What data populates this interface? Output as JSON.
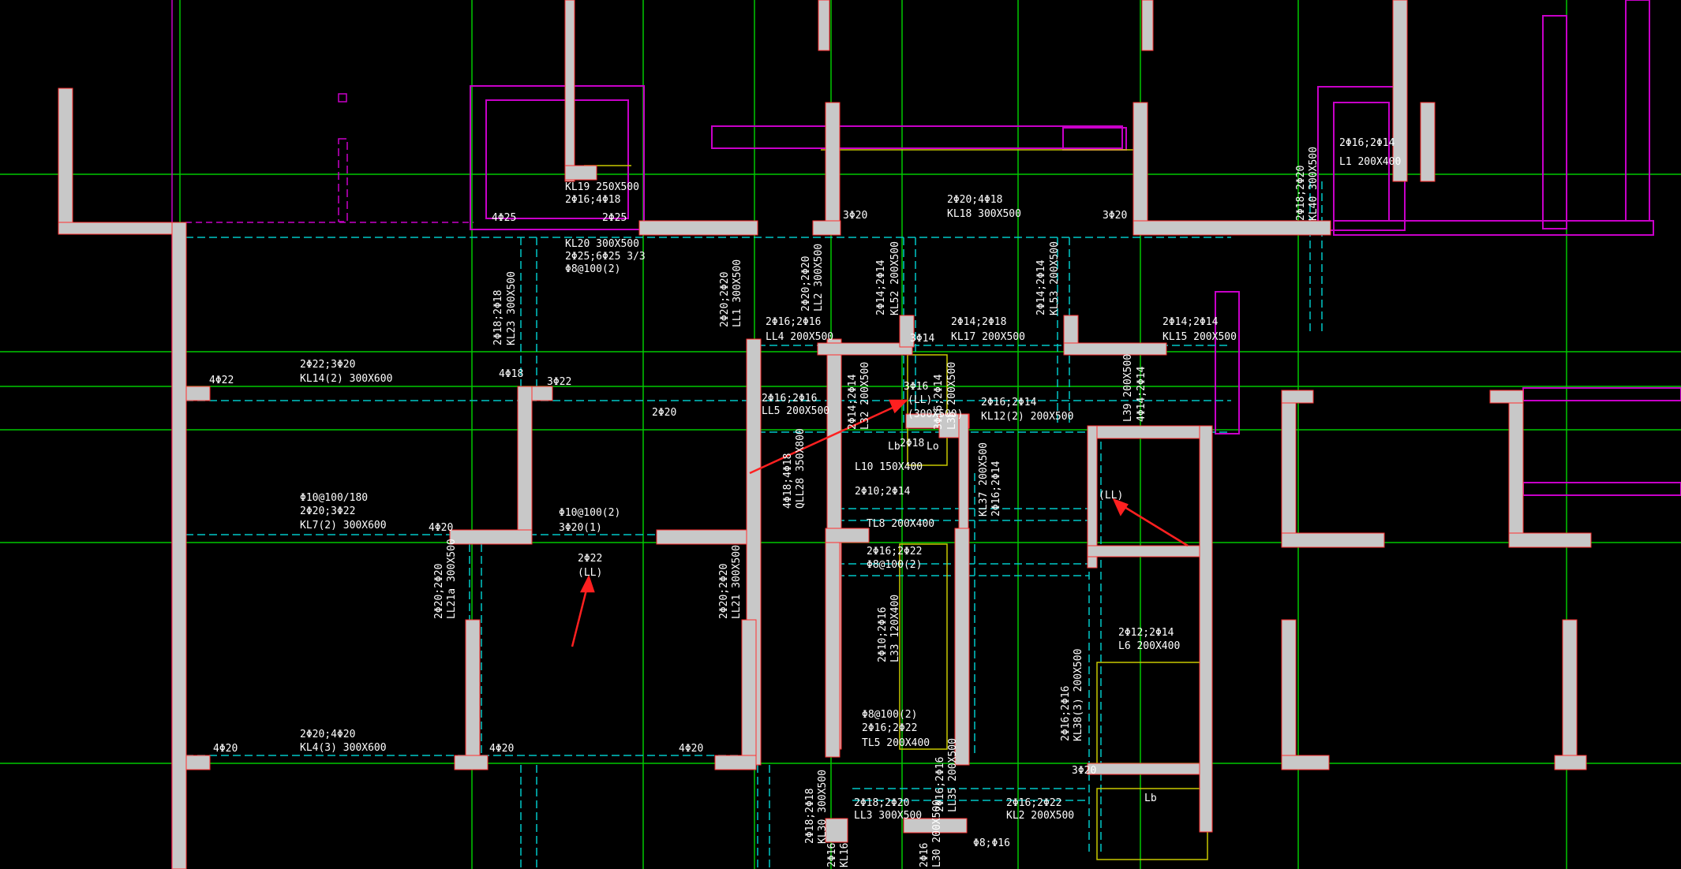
{
  "app": {
    "canvas_background": "#000000"
  },
  "colors": {
    "grid": "#00c800",
    "magenta": "#c800c8",
    "wall_fill": "#c8c8c8",
    "wall_edge": "#ff3030",
    "beam_dash": "#00c8c8",
    "yellow": "#c8c800",
    "arrow": "#ff2020",
    "text": "#ffffff"
  },
  "labels": [
    {
      "t": "KL19 250X500"
    },
    {
      "t": "2Φ16;4Φ18"
    },
    {
      "t": "KL20 300X500"
    },
    {
      "t": "2Φ25;6Φ25 3/3"
    },
    {
      "t": "Φ8@100(2)"
    },
    {
      "t": "4Φ25"
    },
    {
      "t": "2Φ25"
    },
    {
      "t": "3Φ20"
    },
    {
      "t": "3Φ20"
    },
    {
      "t": "2Φ20;4Φ18"
    },
    {
      "t": "KL18 300X500"
    },
    {
      "t": "2Φ16;2Φ14"
    },
    {
      "t": "L1 200X400"
    },
    {
      "t": "2Φ22;3Φ20"
    },
    {
      "t": "KL14(2) 300X600"
    },
    {
      "t": "4Φ22"
    },
    {
      "t": "4Φ18"
    },
    {
      "t": "3Φ22"
    },
    {
      "t": "2Φ20"
    },
    {
      "t": "2Φ16;2Φ16"
    },
    {
      "t": "LL4 200X500"
    },
    {
      "t": "2Φ14;2Φ18"
    },
    {
      "t": "KL17 200X500"
    },
    {
      "t": "3Φ14"
    },
    {
      "t": "2Φ14;2Φ14"
    },
    {
      "t": "KL15 200X500"
    },
    {
      "t": "2Φ16;2Φ16"
    },
    {
      "t": "LL5 200X500"
    },
    {
      "t": "3Φ16"
    },
    {
      "t": "(LL)"
    },
    {
      "t": "(300X500)"
    },
    {
      "t": "2Φ16;2Φ14"
    },
    {
      "t": "KL12(2) 200X500"
    },
    {
      "t": "L10 150X400"
    },
    {
      "t": "2Φ18"
    },
    {
      "t": "2Φ10;2Φ14"
    },
    {
      "t": "TL8 200X400"
    },
    {
      "t": "Φ10@100/180"
    },
    {
      "t": "2Φ20;3Φ22"
    },
    {
      "t": "KL7(2) 300X600"
    },
    {
      "t": "4Φ20"
    },
    {
      "t": "Φ10@100(2)"
    },
    {
      "t": "3Φ20(1)"
    },
    {
      "t": "2Φ22"
    },
    {
      "t": "(LL)"
    },
    {
      "t": "2Φ16;2Φ22"
    },
    {
      "t": "Φ8@100(2)"
    },
    {
      "t": "(LL)"
    },
    {
      "t": "2Φ12;2Φ14"
    },
    {
      "t": "L6 200X400"
    },
    {
      "t": "Φ8@100(2)"
    },
    {
      "t": "2Φ16;2Φ22"
    },
    {
      "t": "TL5 200X400"
    },
    {
      "t": "2Φ20;4Φ20"
    },
    {
      "t": "KL4(3) 300X600"
    },
    {
      "t": "4Φ20"
    },
    {
      "t": "4Φ20"
    },
    {
      "t": "4Φ20"
    },
    {
      "t": "2Φ18;2Φ20"
    },
    {
      "t": "LL3 300X500"
    },
    {
      "t": "2Φ16;2Φ22"
    },
    {
      "t": "KL2 200X500"
    },
    {
      "t": "3Φ20"
    },
    {
      "t": "Lb"
    },
    {
      "t": "Lb"
    },
    {
      "t": "Lo"
    },
    {
      "t": "Φ8;Φ16"
    }
  ],
  "vlabels": [
    {
      "t": "2Φ18;2Φ18"
    },
    {
      "t": "KL23 300X500"
    },
    {
      "t": "2Φ20;2Φ20"
    },
    {
      "t": "LL1 300X500"
    },
    {
      "t": "2Φ20;2Φ20"
    },
    {
      "t": "LL2 300X500"
    },
    {
      "t": "2Φ14;2Φ14"
    },
    {
      "t": "KL52 200X500"
    },
    {
      "t": "2Φ14;2Φ14"
    },
    {
      "t": "KL53 200X500"
    },
    {
      "t": "4Φ18;4Φ18"
    },
    {
      "t": "QLL28 350X800"
    },
    {
      "t": "2Φ14;2Φ14"
    },
    {
      "t": "L32 200X500"
    },
    {
      "t": "3Φ16;2Φ14"
    },
    {
      "t": "L36 200X500"
    },
    {
      "t": "KL37 200X500"
    },
    {
      "t": "2Φ16;2Φ14"
    },
    {
      "t": "L39 200X500"
    },
    {
      "t": "4Φ14;2Φ14"
    },
    {
      "t": "2Φ18;2Φ20"
    },
    {
      "t": "KL40 300X500"
    },
    {
      "t": "2Φ20;2Φ20"
    },
    {
      "t": "LL21a 300X500"
    },
    {
      "t": "2Φ20;2Φ20"
    },
    {
      "t": "LL21 300X500"
    },
    {
      "t": "2Φ10;2Φ16"
    },
    {
      "t": "L33 120X400"
    },
    {
      "t": "2Φ16;2Φ16"
    },
    {
      "t": "KL38(3) 200X500"
    },
    {
      "t": "2Φ16;2Φ16"
    },
    {
      "t": "LL35 200X500"
    },
    {
      "t": "2Φ18;2Φ18"
    },
    {
      "t": "KL30 300X500"
    },
    {
      "t": "2Φ16"
    },
    {
      "t": "KL16"
    },
    {
      "t": "2Φ16"
    },
    {
      "t": "L30 200X500"
    }
  ]
}
